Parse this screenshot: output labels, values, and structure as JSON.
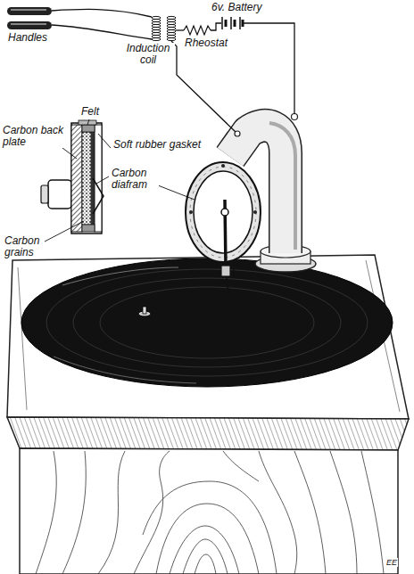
{
  "diagram": {
    "labels": [
      "6v. Battery",
      "Handles",
      "Induction coil",
      "Rheostat",
      "Felt",
      "Carbon back plate",
      "Soft rubber gasket",
      "Carbon diafram",
      "Carbon grains",
      "EE"
    ]
  }
}
